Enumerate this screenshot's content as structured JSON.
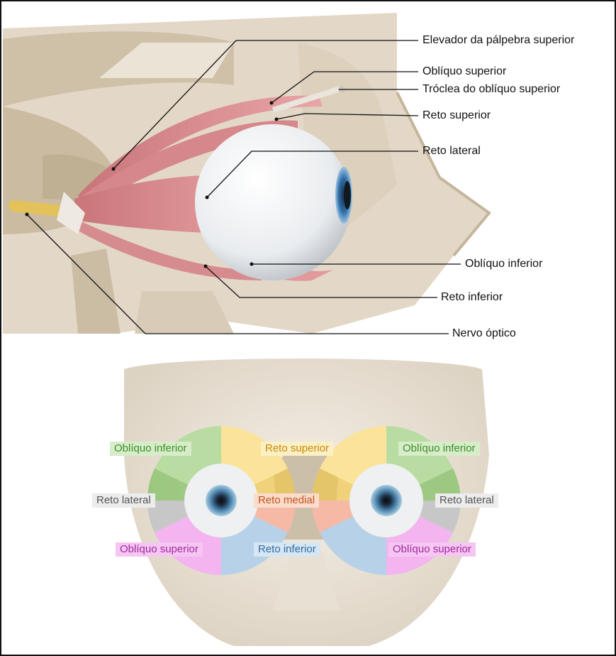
{
  "lateral_view": {
    "labels": [
      {
        "key": "elevador",
        "text": "Elevador da pálpebra superior"
      },
      {
        "key": "obliquo_superior",
        "text": "Oblíquo superior"
      },
      {
        "key": "troclea",
        "text": "Tróclea do oblíquo superior"
      },
      {
        "key": "reto_superior",
        "text": "Reto superior"
      },
      {
        "key": "reto_lateral",
        "text": "Reto lateral"
      },
      {
        "key": "obliquo_inferior",
        "text": "Oblíquo inferior"
      },
      {
        "key": "reto_inferior",
        "text": "Reto inferior"
      },
      {
        "key": "nervo_optico",
        "text": "Nervo óptico"
      }
    ]
  },
  "frontal_view": {
    "tags": [
      {
        "key": "obl_inf_left",
        "text": "Oblíquo inferior",
        "color": "#3f8f2a",
        "bg": "#d7ecc9"
      },
      {
        "key": "reto_sup",
        "text": "Reto superior",
        "color": "#c98a0a",
        "bg": "#fbefc4"
      },
      {
        "key": "obl_inf_right",
        "text": "Oblíquo inferior",
        "color": "#3f8f2a",
        "bg": "#d7ecc9"
      },
      {
        "key": "reto_lat_left",
        "text": "Reto lateral",
        "color": "#555555",
        "bg": "#ececec"
      },
      {
        "key": "reto_medial",
        "text": "Reto medial",
        "color": "#c0531a",
        "bg": "#fbdccb"
      },
      {
        "key": "reto_lat_right",
        "text": "Reto lateral",
        "color": "#555555",
        "bg": "#ececec"
      },
      {
        "key": "obl_sup_left",
        "text": "Oblíquo superior",
        "color": "#a02a9e",
        "bg": "#f6c6f3"
      },
      {
        "key": "reto_inf",
        "text": "Reto inferior",
        "color": "#2d6ea3",
        "bg": "#d6e6f3"
      },
      {
        "key": "obl_sup_right",
        "text": "Oblíquo superior",
        "color": "#a02a9e",
        "bg": "#f6c6f3"
      }
    ]
  }
}
